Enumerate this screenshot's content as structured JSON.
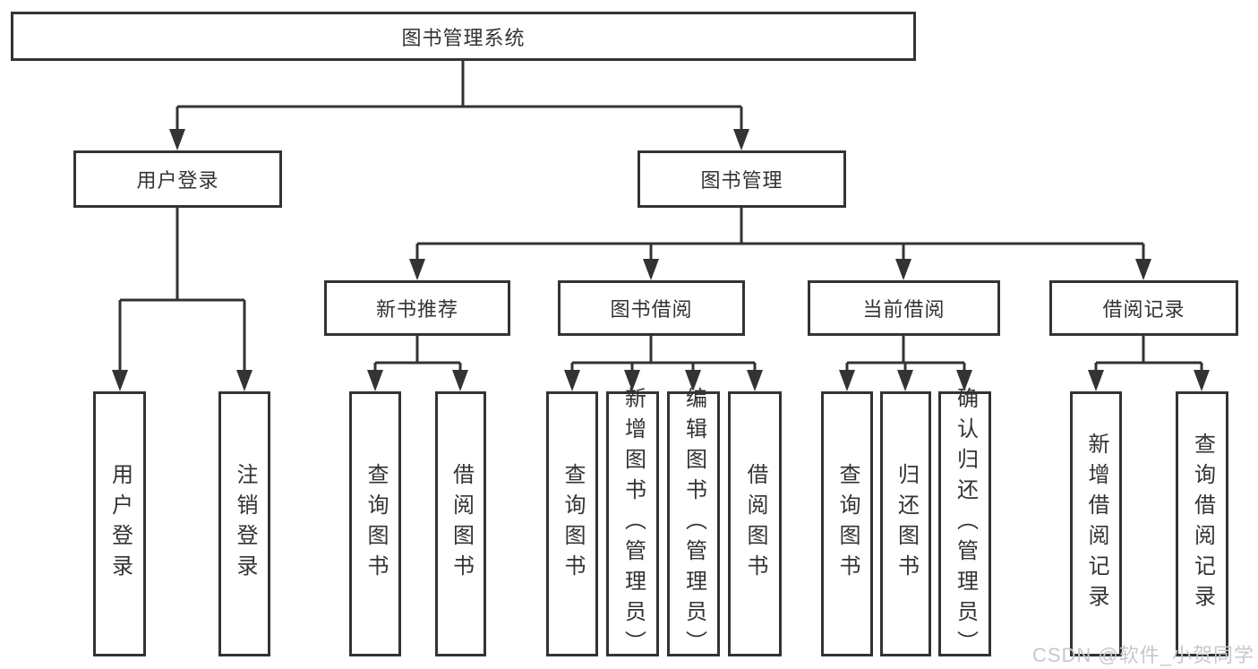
{
  "colors": {
    "line": "#333333",
    "box_border": "#333333",
    "text": "#333333",
    "watermark": "#c8c8c8",
    "background": "#ffffff"
  },
  "watermark": {
    "text": "CSDN @软件_小贺同学"
  },
  "tree": {
    "root": "图书管理系统",
    "branches": [
      {
        "label": "用户登录",
        "children": [
          "用户登录",
          "注销登录"
        ]
      },
      {
        "label": "图书管理",
        "groups": [
          {
            "label": "新书推荐",
            "children": [
              "查询图书",
              "借阅图书"
            ]
          },
          {
            "label": "图书借阅",
            "children": [
              "查询图书",
              "新增图书（管理员）",
              "编辑图书（管理员）",
              "借阅图书"
            ]
          },
          {
            "label": "当前借阅",
            "children": [
              "查询图书",
              "归还图书",
              "确认归还（管理员）"
            ]
          },
          {
            "label": "借阅记录",
            "children": [
              "新增借阅记录",
              "查询借阅记录"
            ]
          }
        ]
      }
    ]
  }
}
